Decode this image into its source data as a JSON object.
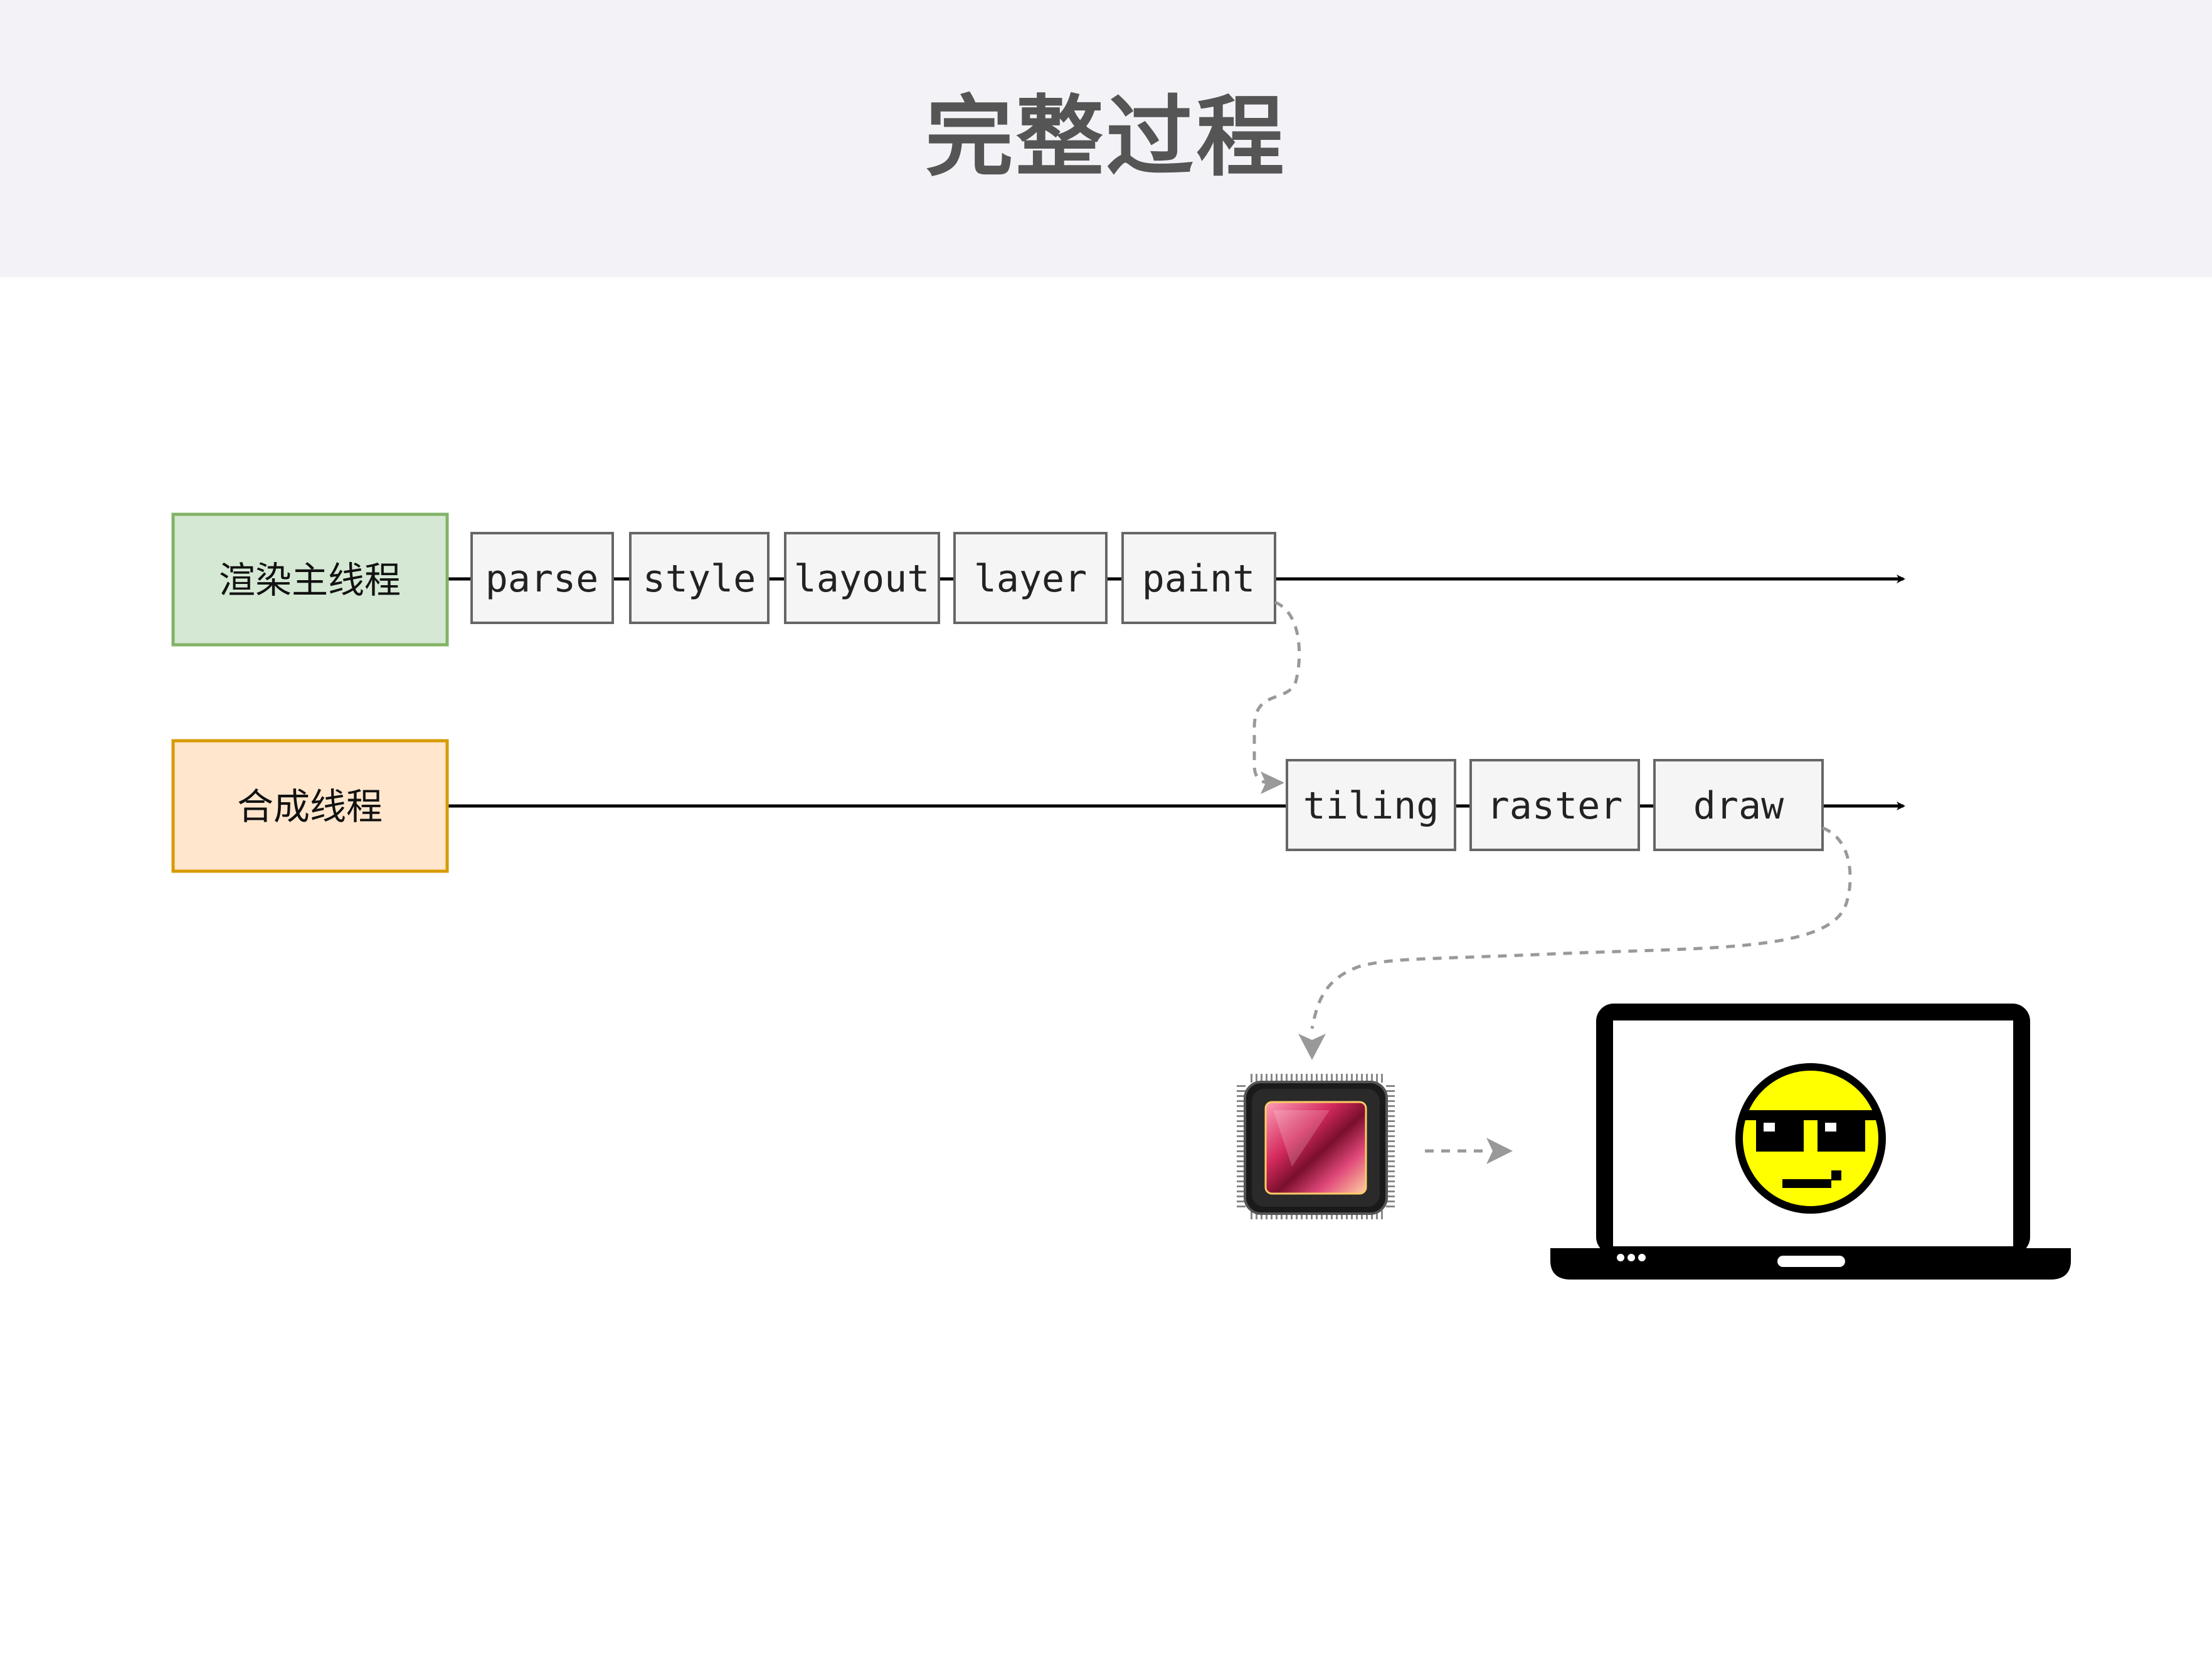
{
  "title": "完整过程",
  "threads": {
    "main": {
      "label": "渲染主线程",
      "steps": [
        "parse",
        "style",
        "layout",
        "layer",
        "paint"
      ]
    },
    "compositor": {
      "label": "合成线程",
      "steps": [
        "tiling",
        "raster",
        "draw"
      ]
    }
  },
  "icons": {
    "gpu": "gpu-chip-icon",
    "monitor": "laptop-icon",
    "face": "cool-smiley-icon"
  },
  "colors": {
    "main_fill": "#d5e8d4",
    "main_stroke": "#82b366",
    "compositor_fill": "#ffe6cc",
    "compositor_stroke": "#d79b00",
    "step_fill": "#f5f5f5",
    "step_stroke": "#666666"
  }
}
